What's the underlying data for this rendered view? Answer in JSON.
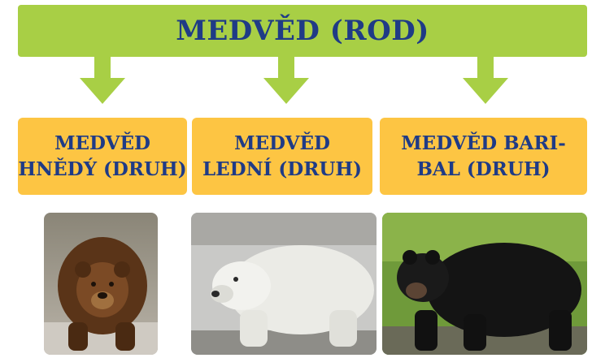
{
  "genus": {
    "label": "MEDVĚD (ROD)"
  },
  "species": [
    {
      "label": "MEDVĚD\nHNĚDÝ (DRUH)",
      "photo_icon": "brown-bear-photo"
    },
    {
      "label": "MEDVĚD\nLEDNÍ (DRUH)",
      "photo_icon": "polar-bear-photo"
    },
    {
      "label": "MEDVĚD BARI-\nBAL (DRUH)",
      "photo_icon": "black-bear-photo"
    }
  ],
  "colors": {
    "genus_bar": "#a8cf45",
    "arrow": "#a8cf45",
    "species_box": "#fdc543",
    "text": "#1f3b86"
  }
}
